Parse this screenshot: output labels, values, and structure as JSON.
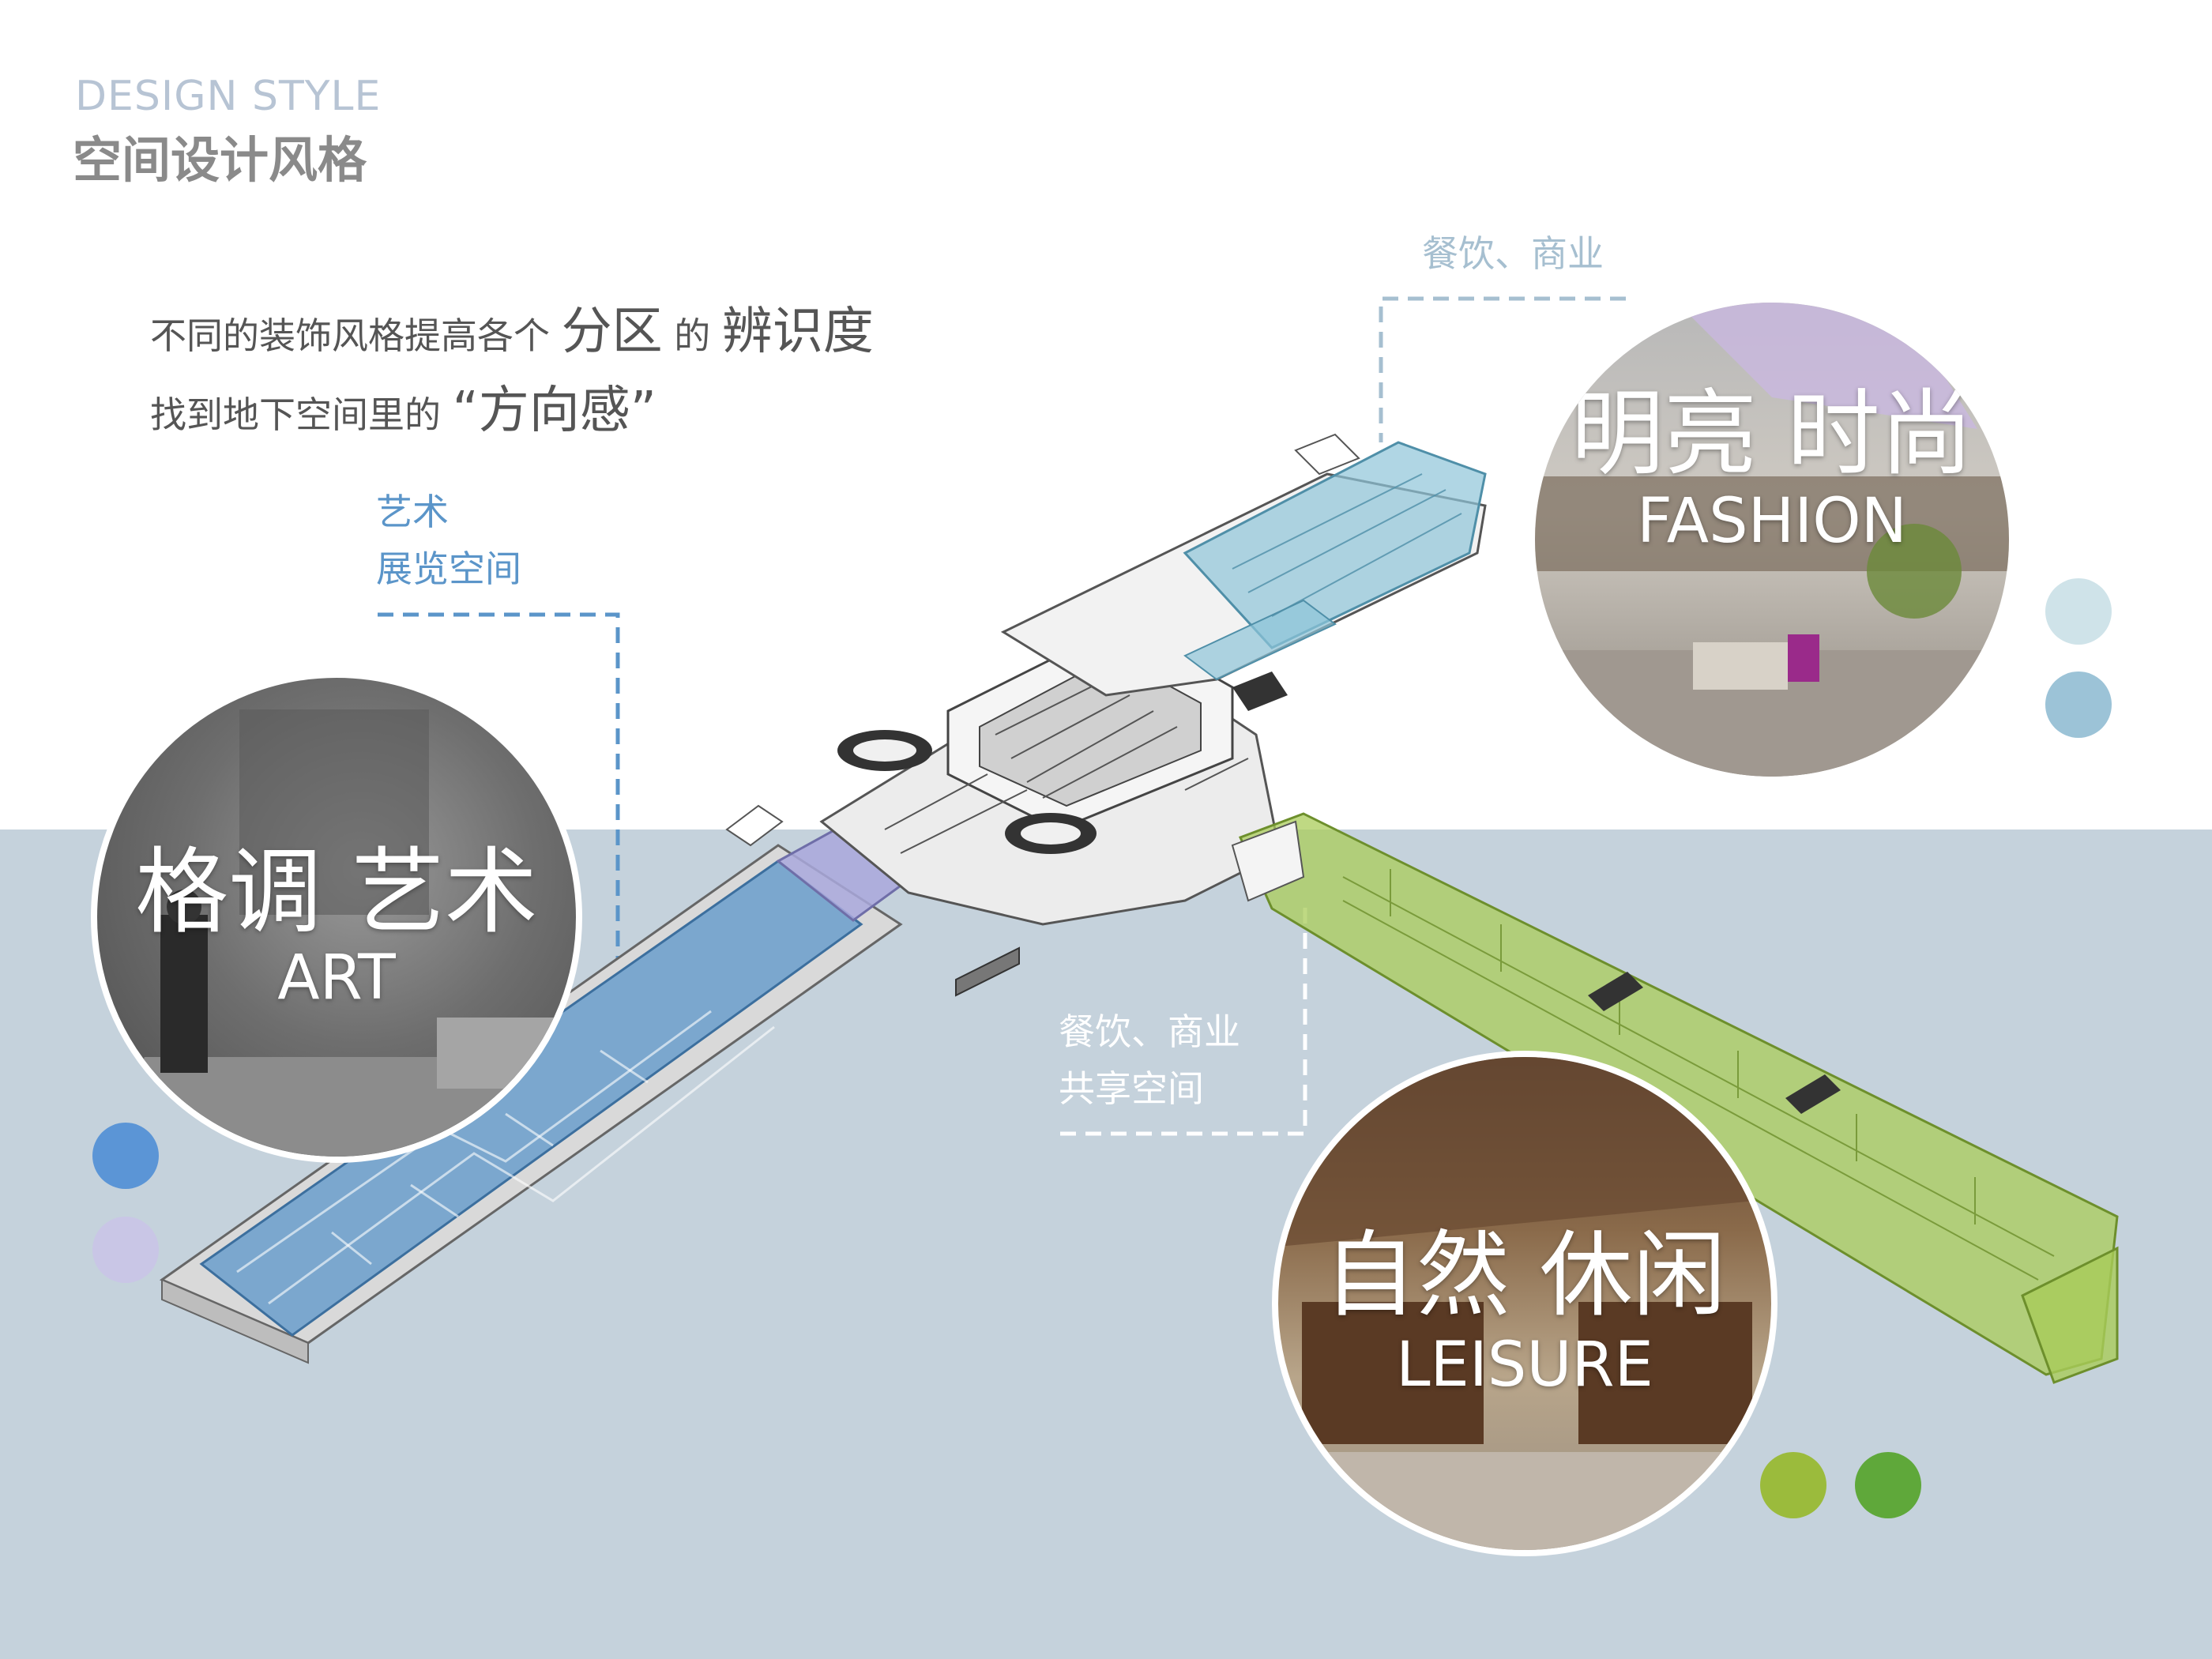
{
  "header": {
    "title_en": "DESIGN STYLE",
    "title_cn": "空间设计风格"
  },
  "intro": {
    "line1_a": "不同的装饰风格提高各个",
    "line1_b": "分区",
    "line1_c": "的",
    "line1_d": "辨识度",
    "line2_a": "找到地下空间里的",
    "line2_b": "“方向感”"
  },
  "zones": {
    "art_label": [
      "艺术",
      "展览空间"
    ],
    "fashion_label": "餐饮、商业",
    "leisure_label": [
      "餐饮、商业",
      "共享空间"
    ]
  },
  "circles": {
    "art": {
      "cn": "格调 艺术",
      "en": "ART"
    },
    "fashion": {
      "cn": "明亮 时尚",
      "en": "FASHION"
    },
    "leisure": {
      "cn": "自然 休闲",
      "en": "LEISURE"
    }
  },
  "colors": {
    "art_zone": "#5b95c9",
    "art_accent": "#a9a8dc",
    "fashion_zone": "#8fc4d8",
    "leisure_zone": "#a9cc5a",
    "background_band": "#c5d2dc"
  },
  "dots": {
    "art": [
      "#5b95d6",
      "#c9c6e6"
    ],
    "fashion": [
      "#cfe3e9",
      "#9cc3d7"
    ],
    "leisure": [
      "#9bbb3c",
      "#5fa83a"
    ]
  }
}
